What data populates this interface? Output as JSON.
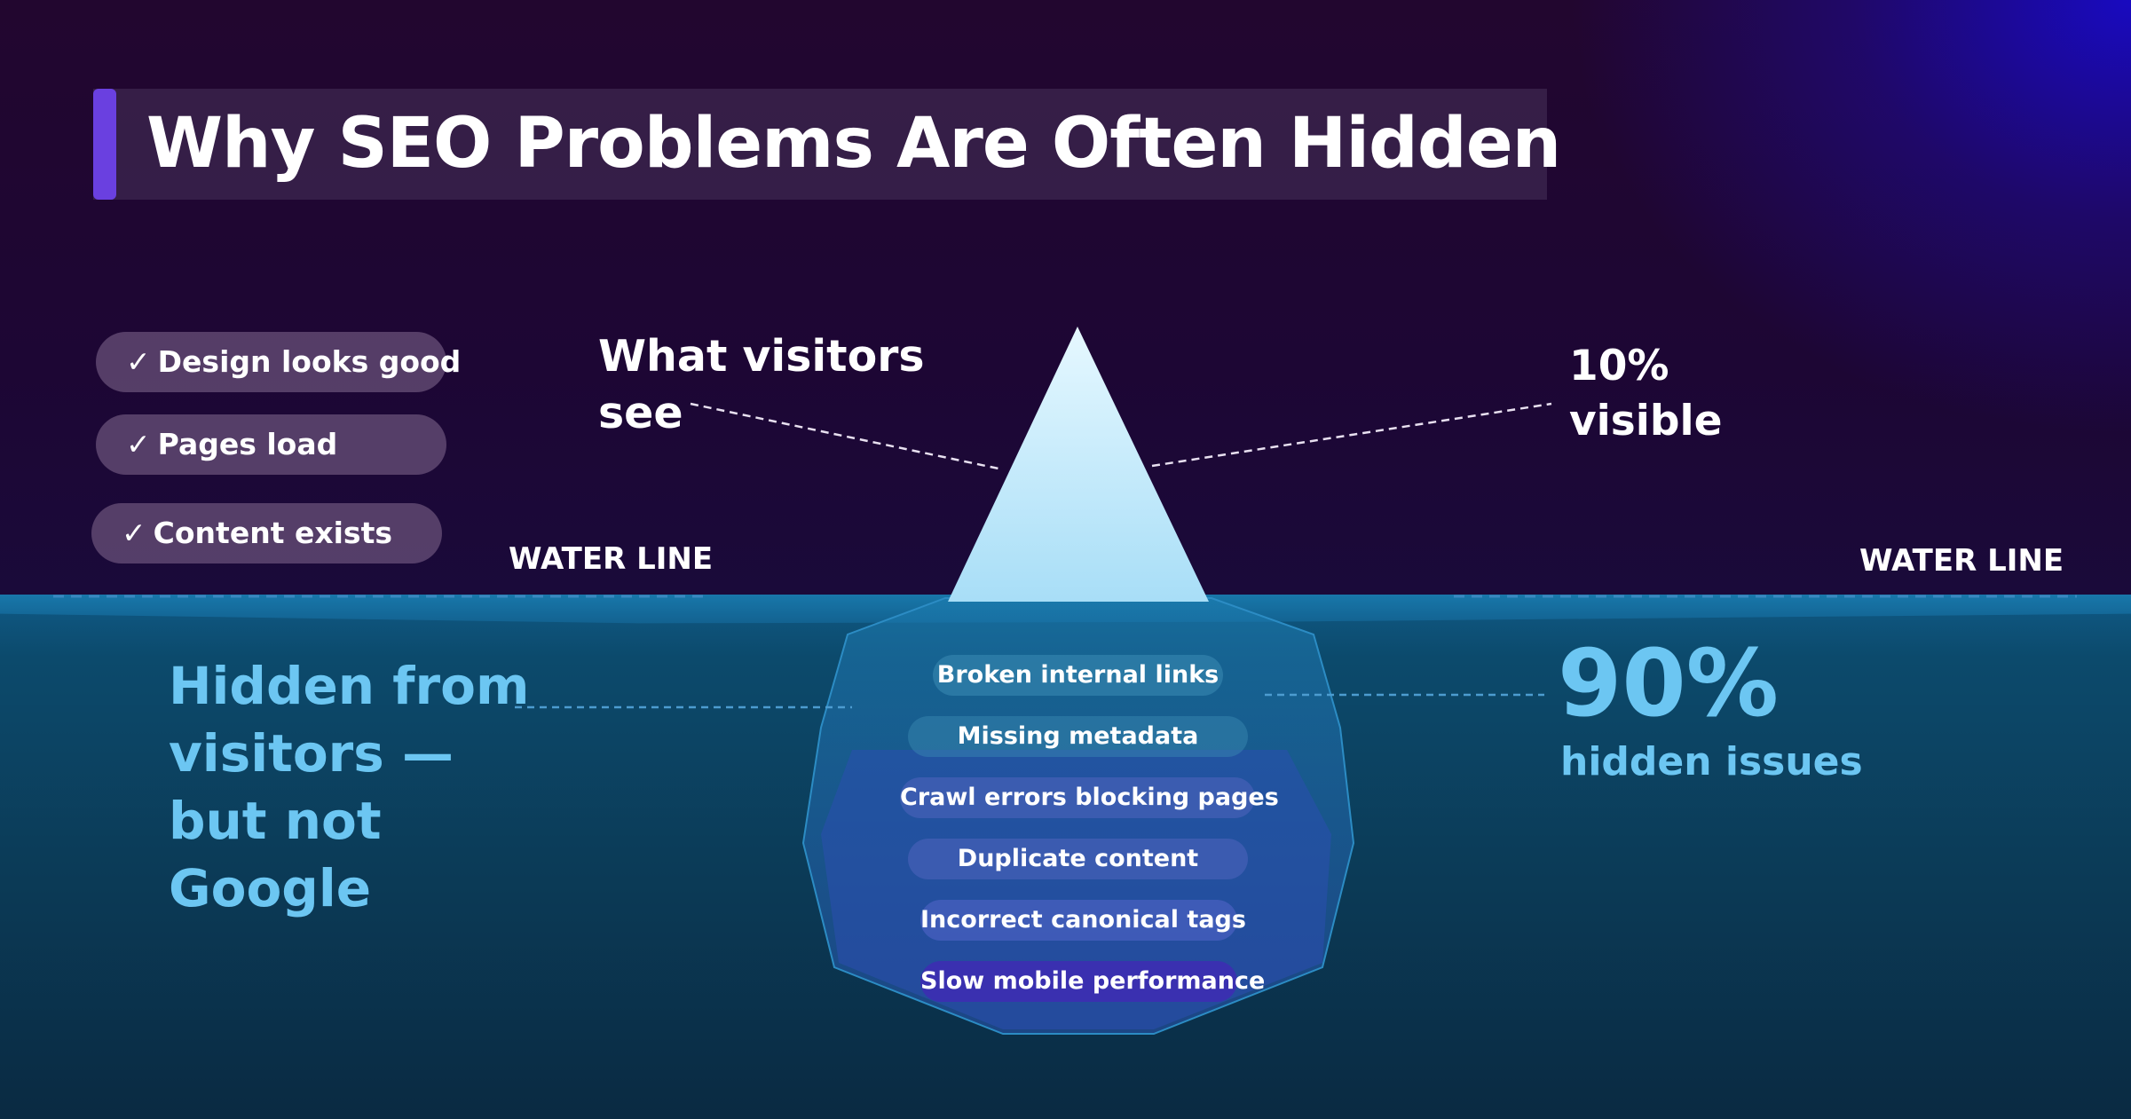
{
  "title": "Why SEO Problems Are Often Hidden",
  "surface_checks": [
    {
      "label": "Design looks good",
      "icon": "check-icon"
    },
    {
      "label": "Pages load",
      "icon": "check-icon"
    },
    {
      "label": "Content exists",
      "icon": "check-icon"
    }
  ],
  "above_water": {
    "callout": "What visitors see",
    "percent_label": "10% visible"
  },
  "water_line_label": "WATER LINE",
  "below_water": {
    "callout": "Hidden from visitors — but not Google",
    "percent": "90%",
    "percent_caption": "hidden issues"
  },
  "hidden_issues": [
    "Broken internal links",
    "Missing metadata",
    "Crawl errors blocking pages",
    "Duplicate content",
    "Incorrect canonical tags",
    "Slow mobile performance"
  ],
  "colors": {
    "accent": "#6a40e0",
    "highlight_text": "#6cc6f2",
    "iceberg_tip": "#c8ecfb",
    "water": "#0c4a6c"
  }
}
